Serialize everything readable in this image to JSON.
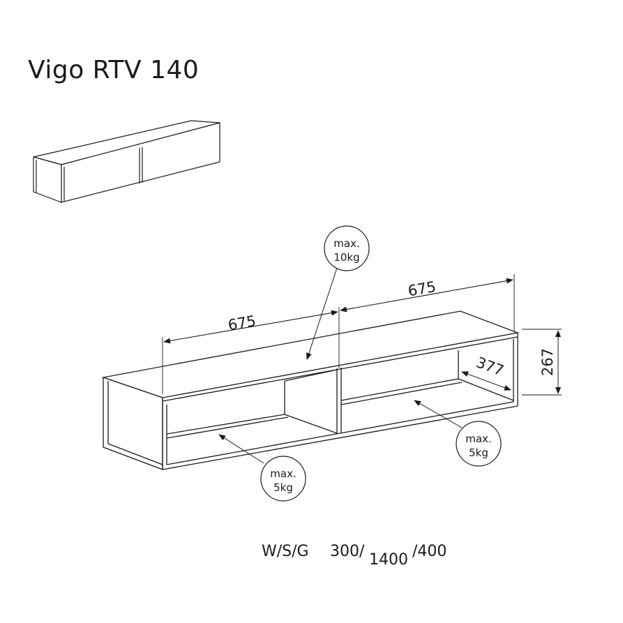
{
  "title": "Vigo RTV 140",
  "dimensions": {
    "left_compartment_width": "675",
    "right_compartment_width": "675",
    "height": "267",
    "depth": "377"
  },
  "load_labels": {
    "top": {
      "line1": "max.",
      "line2": "10kg"
    },
    "shelf_left": {
      "line1": "max.",
      "line2": "5kg"
    },
    "shelf_right": {
      "line1": "max.",
      "line2": "5kg"
    }
  },
  "footer": {
    "label": "W/S/G",
    "width": "300/",
    "length": "1400",
    "depth": "/400"
  }
}
